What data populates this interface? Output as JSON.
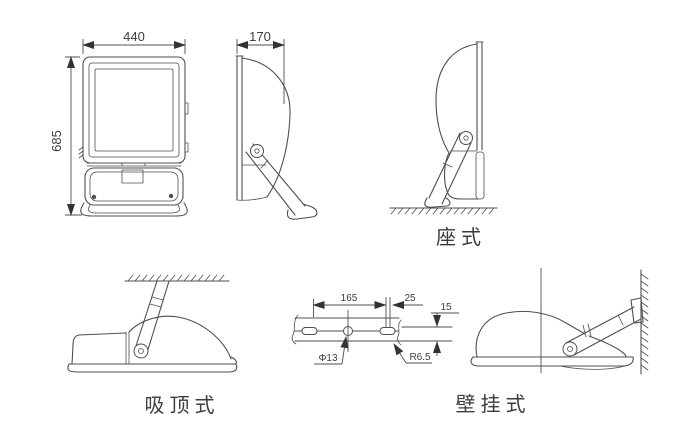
{
  "views": {
    "front": {
      "width_dim": "440",
      "height_dim": "685"
    },
    "side": {
      "depth_dim": "170"
    },
    "seat": {
      "label": "座式"
    },
    "ceiling": {
      "label": "吸顶式"
    },
    "wall": {
      "label": "壁挂式"
    },
    "bracket": {
      "length_dim": "165",
      "offset_dim": "25",
      "height_dim": "15",
      "hole_dim": "Φ13",
      "radius_dim": "R6.5"
    }
  },
  "colors": {
    "line": "#4f4f4f",
    "text": "#3d3d3d",
    "background": "#ffffff"
  }
}
